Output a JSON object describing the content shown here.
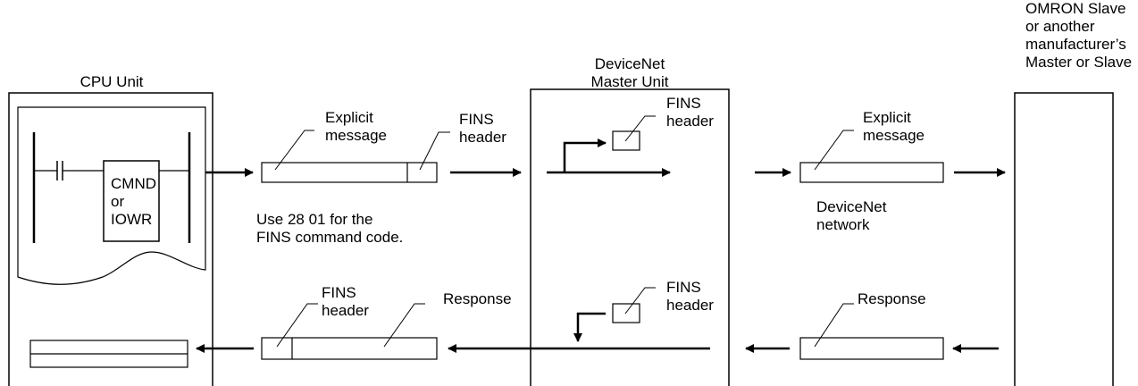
{
  "units": {
    "cpu_title": "CPU Unit",
    "master_title": "DeviceNet\nMaster Unit",
    "slave_title": "OMRON Slave\nor another\nmanufacturer’s\nMaster or Slave"
  },
  "ladder": {
    "instruction": "CMND\nor\nIOWR"
  },
  "labels": {
    "explicit_message_1": "Explicit\nmessage",
    "fins_header_1": "FINS\nheader",
    "fins_header_master_top": "FINS\nheader",
    "explicit_message_2": "Explicit\nmessage",
    "devicenet_network": "DeviceNet\nnetwork",
    "command_code_note": "Use 28 01 for the\nFINS command code.",
    "fins_header_bottom_left": "FINS\nheader",
    "response_1": "Response",
    "fins_header_master_bottom": "FINS\nheader",
    "response_2": "Response"
  }
}
